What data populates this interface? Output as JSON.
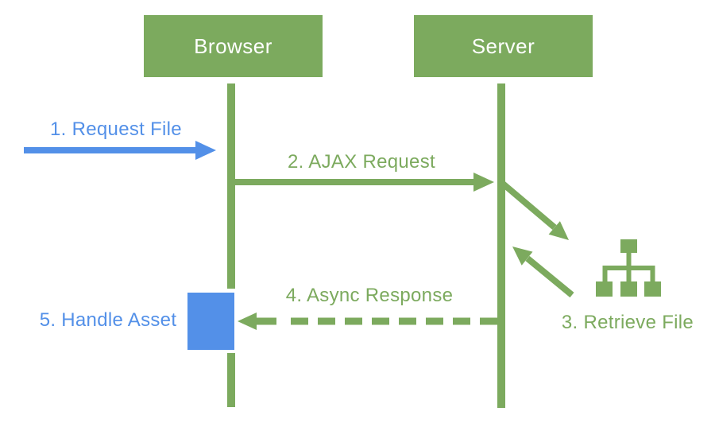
{
  "colors": {
    "green": "#7CAA5E",
    "blue": "#5390E8",
    "bg": "#FFFFFF",
    "boxtext": "#FFFFFF"
  },
  "actors": {
    "browser": "Browser",
    "server": "Server"
  },
  "labels": {
    "step1": "1. Request File",
    "step2": "2. AJAX Request",
    "step3": "3. Retrieve File",
    "step4": "4. Async Response",
    "step5": "5. Handle Asset"
  },
  "icons": {
    "files": "sitemap-icon"
  }
}
